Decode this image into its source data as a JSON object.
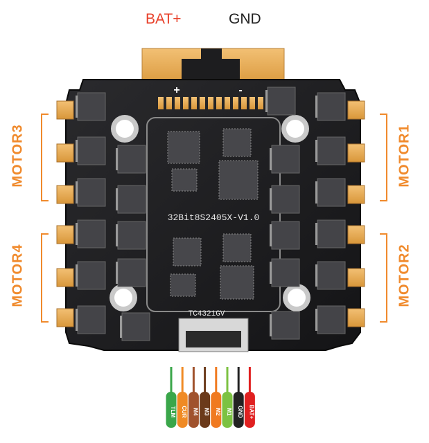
{
  "labels": {
    "bat_plus": "BAT+",
    "gnd": "GND"
  },
  "motors": {
    "motor1": "MOTOR1",
    "motor2": "MOTOR2",
    "motor3": "MOTOR3",
    "motor4": "MOTOR4"
  },
  "board": {
    "model_text": "32Bit8S2405X-V1.0",
    "chip_text": "TC4321GV",
    "plus_sign": "+",
    "minus_sign": "-"
  },
  "wires": [
    {
      "label": "TLM",
      "color": "#3aa64a"
    },
    {
      "label": "CUR",
      "color": "#f08a24"
    },
    {
      "label": "M4",
      "color": "#a0522d"
    },
    {
      "label": "M3",
      "color": "#6b3a1a"
    },
    {
      "label": "M2",
      "color": "#f07a20"
    },
    {
      "label": "M1",
      "color": "#7cc242"
    },
    {
      "label": "GND",
      "color": "#222222"
    },
    {
      "label": "BAT+",
      "color": "#e02020"
    }
  ],
  "colors": {
    "accent_orange": "#f08a2c",
    "bat_red": "#e8402a",
    "board_black": "#1d1d1f",
    "pad_gold": "#e6a94a"
  }
}
